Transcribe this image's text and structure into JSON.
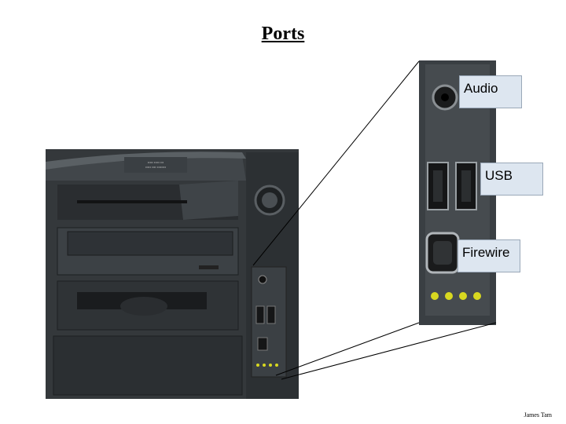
{
  "slide": {
    "title": "Ports",
    "labels": {
      "audio": "Audio",
      "usb": "USB",
      "firewire": "Firewire"
    },
    "credit": "James Tam"
  },
  "colors": {
    "case": "#2a2d30",
    "panel": "#3b4044",
    "label_bg": "#dde6f0",
    "led": "#d8d820"
  },
  "images": {
    "computer_case": "front view of desktop computer tower with drive bays",
    "port_panel": "close-up of front port panel"
  }
}
